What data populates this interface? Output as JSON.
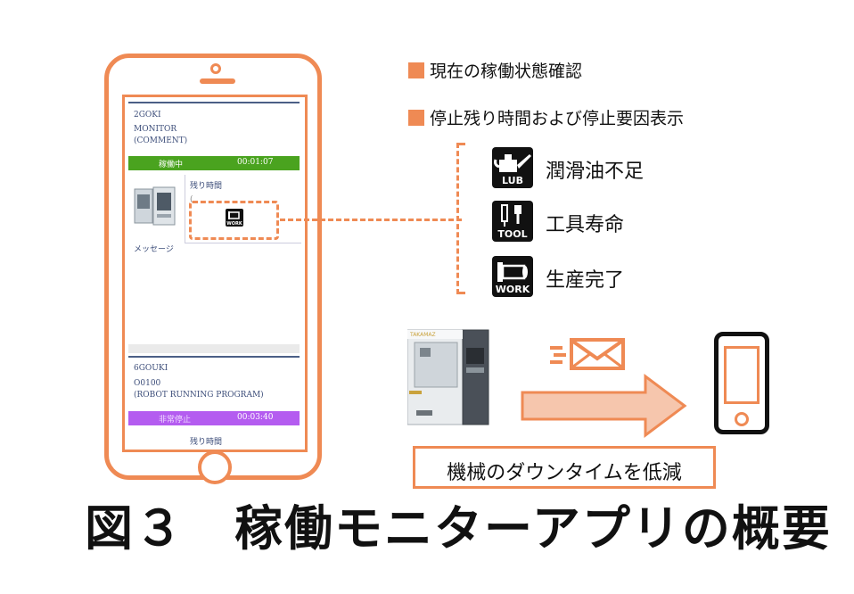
{
  "tablet_screen": {
    "top_card": {
      "machine": "2GOKI",
      "program": "MONITOR",
      "comment": "(COMMENT)",
      "status_label": "稼働中",
      "status_time": "00:01:07",
      "status_color": "#4aa31f",
      "remaining_label": "残り時間",
      "work_icon_label": "WORK",
      "message_label": "メッセージ"
    },
    "bottom_card": {
      "machine": "6GOUKI",
      "program": "O0100",
      "comment": "(ROBOT RUNNING PROGRAM)",
      "status_label": "非常停止",
      "status_time": "00:03:40",
      "status_color": "#b45cf0",
      "remaining_label": "残り時間"
    }
  },
  "bullets": [
    "現在の稼働状態確認",
    "停止残り時間および停止要因表示"
  ],
  "stop_causes": [
    {
      "icon": "oil-can-icon",
      "icon_label": "LUB",
      "label": "潤滑油不足"
    },
    {
      "icon": "tool-icon",
      "icon_label": "TOOL",
      "label": "工具寿命"
    },
    {
      "icon": "work-icon",
      "icon_label": "WORK",
      "label": "生産完了"
    }
  ],
  "machine_brand": "TAKAMAZ",
  "reduce_label": "機械のダウンタイムを低減",
  "caption": "図３　稼働モニターアプリの概要",
  "colors": {
    "accent": "#ef8a54",
    "dark": "#111111"
  }
}
